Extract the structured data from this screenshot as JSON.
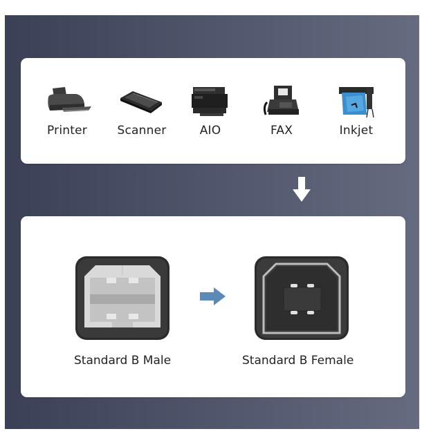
{
  "devices": [
    {
      "label": "Printer",
      "icon": "printer-icon"
    },
    {
      "label": "Scanner",
      "icon": "scanner-icon"
    },
    {
      "label": "AIO",
      "icon": "all-in-one-printer-icon"
    },
    {
      "label": "FAX",
      "icon": "fax-machine-icon"
    },
    {
      "label": "Inkjet",
      "icon": "inkjet-plotter-icon"
    }
  ],
  "flow_arrow": {
    "icon": "down-arrow-icon",
    "color": "#ffffff"
  },
  "connectors": {
    "male": {
      "label": "Standard B Male",
      "icon": "usb-b-male-icon"
    },
    "female": {
      "label": "Standard B Female",
      "icon": "usb-b-female-icon"
    },
    "arrow": {
      "icon": "right-arrow-icon",
      "color": "#5b8ab8"
    }
  },
  "colors": {
    "panel_gradient_start": "#3a4056",
    "panel_gradient_end": "#666b80",
    "card_background": "#ffffff",
    "text": "#222222"
  }
}
